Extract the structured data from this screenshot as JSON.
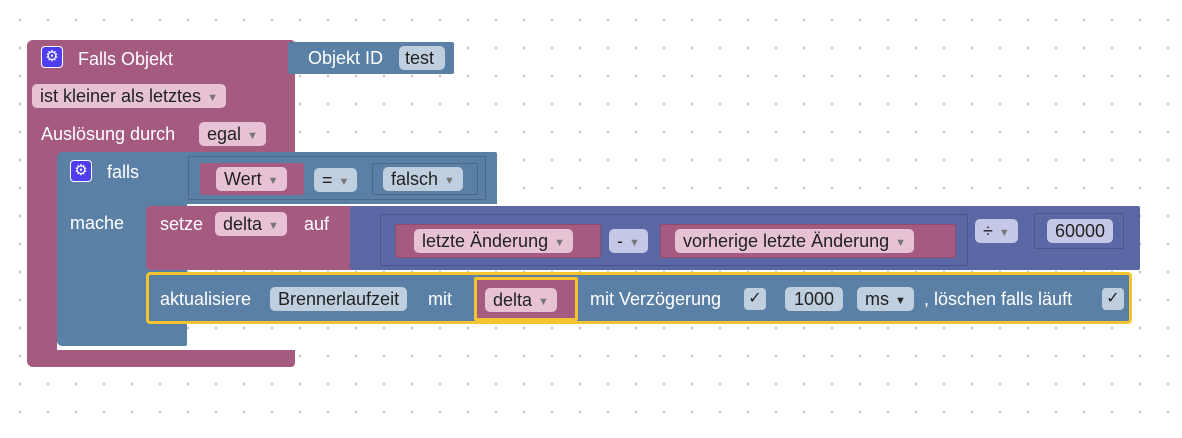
{
  "outer_block": {
    "title": "Falls Objekt",
    "object_id_label": "Objekt ID",
    "object_id_value": "test",
    "condition": "ist kleiner als letztes",
    "trigger_label": "Auslösung durch",
    "trigger_value": "egal"
  },
  "if_block": {
    "if_label": "falls",
    "do_label": "mache",
    "left_operand": "Wert",
    "operator": "=",
    "right_operand": "falsch"
  },
  "set_block": {
    "prefix": "setze",
    "variable": "delta",
    "to_label": "auf",
    "left": "letzte Änderung",
    "minus": "-",
    "right": "vorherige letzte Änderung",
    "divide": "÷",
    "divisor": "60000"
  },
  "update_block": {
    "prefix": "aktualisiere",
    "target": "Brennerlaufzeit",
    "with_label": "mit",
    "value": "delta",
    "delay_label": "mit Verzögerung",
    "delay_check": "✓",
    "delay_value": "1000",
    "unit": "ms",
    "clear_label": ", löschen falls läuft",
    "clear_check": "✓"
  },
  "icons": {
    "gear": "gear-icon",
    "dropdown_arrow": "▾"
  },
  "colors": {
    "event_block": "#a55b80",
    "logic_block": "#5b80a5",
    "math_block": "#5b67a5",
    "selected_outline": "#f4c430",
    "gear_icon": "#4f3df0"
  }
}
